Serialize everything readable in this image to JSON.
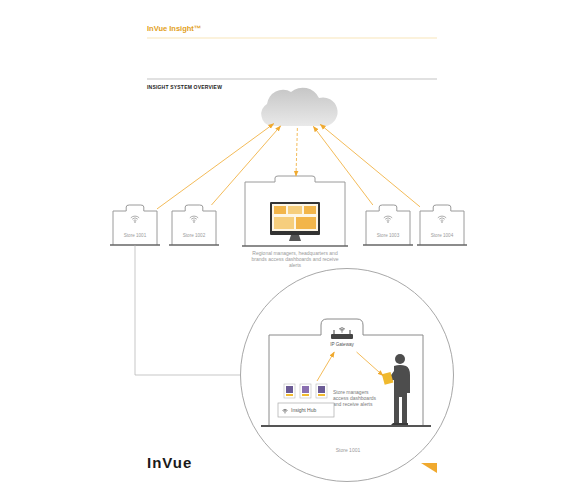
{
  "diagram": {
    "title": "InVue Insight™",
    "nodes": [
      {
        "text": []
      },
      {
        "text": [
          "Store 1001"
        ]
      },
      {
        "text": [
          "Store 1002"
        ]
      },
      {
        "text": [
          "Regional managers, headquarters and brands access dashboards and receive alerts"
        ]
      },
      {
        "text": [
          "Store 1003"
        ]
      },
      {
        "text": [
          "Store 1004"
        ]
      },
      {
        "text": [
          "Store 1001"
        ]
      },
      {
        "text": [
          "IP Gateway"
        ],
        "in": 6
      },
      {
        "text": [
          "Store managers access dashboards and receive alerts"
        ],
        "in": 6
      },
      {
        "text": [
          "Insight Hub"
        ],
        "in": 6
      }
    ],
    "edges": [
      {
        "from": 1,
        "to": 0,
        "arrow": "to"
      },
      {
        "from": 2,
        "to": 0,
        "arrow": "to"
      },
      {
        "from": 4,
        "to": 0,
        "arrow": "to"
      },
      {
        "from": 5,
        "to": 0,
        "arrow": "to"
      },
      {
        "from": 0,
        "to": 3,
        "arrow": "to"
      },
      {
        "from": 1,
        "to": 6,
        "arrow": "none"
      },
      {
        "from": 9,
        "to": 7,
        "arrow": "to"
      },
      {
        "from": 7,
        "to": 8,
        "arrow": "to"
      }
    ],
    "labels": [
      "INSIGHT SYSTEM OVERVIEW",
      "InVue"
    ]
  }
}
